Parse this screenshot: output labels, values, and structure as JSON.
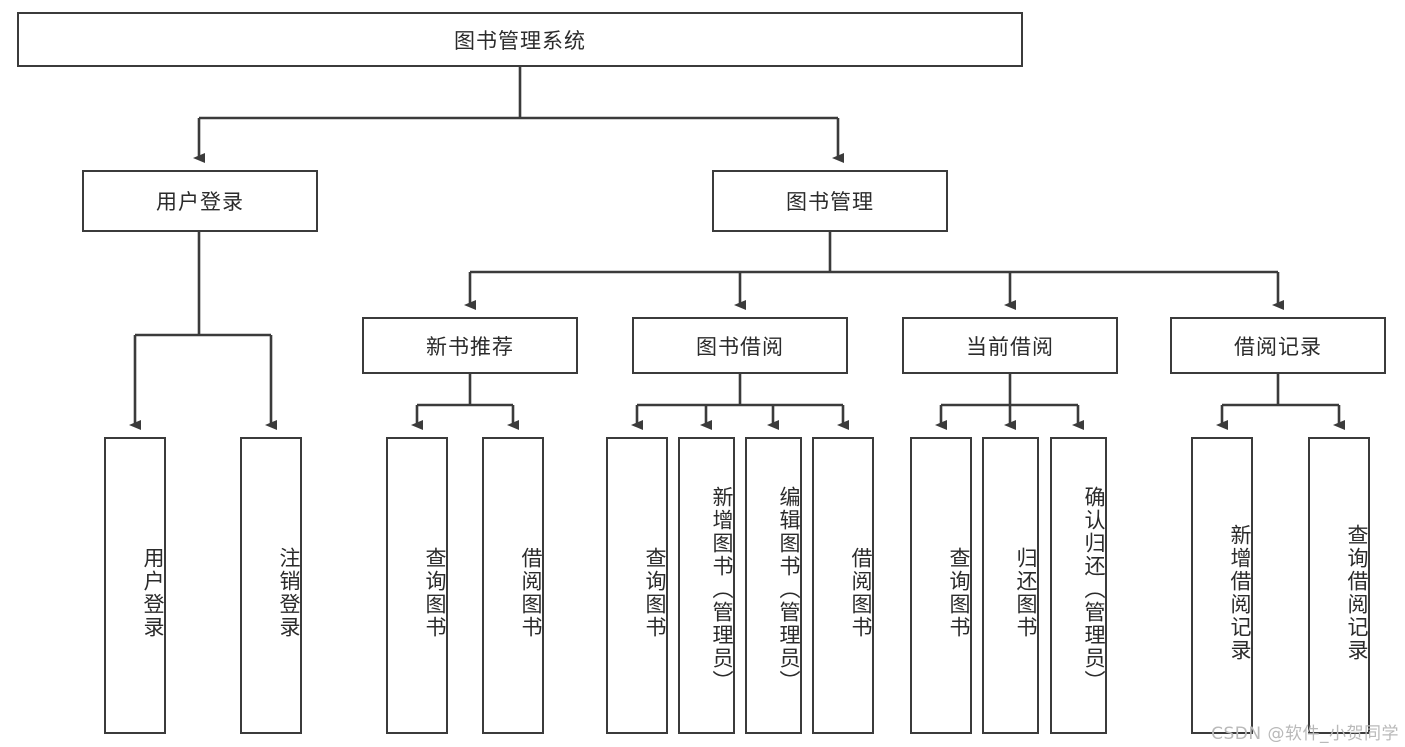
{
  "diagram": {
    "title_node": {
      "label": "图书管理系统"
    },
    "level2": [
      {
        "label": "用户登录"
      },
      {
        "label": "图书管理"
      }
    ],
    "level3": [
      {
        "label": "新书推荐"
      },
      {
        "label": "图书借阅"
      },
      {
        "label": "当前借阅"
      },
      {
        "label": "借阅记录"
      }
    ],
    "leaves": [
      {
        "label": "用户登录"
      },
      {
        "label": "注销登录"
      },
      {
        "label": "查询图书"
      },
      {
        "label": "借阅图书"
      },
      {
        "label": "查询图书"
      },
      {
        "label": "新增图书（管理员）"
      },
      {
        "label": "编辑图书（管理员）"
      },
      {
        "label": "借阅图书"
      },
      {
        "label": "查询图书"
      },
      {
        "label": "归还图书"
      },
      {
        "label": "确认归还（管理员）"
      },
      {
        "label": "新增借阅记录"
      },
      {
        "label": "查询借阅记录"
      }
    ],
    "watermark": "CSDN @软件_小贺同学",
    "colors": {
      "stroke": "#3b3b3b",
      "text": "#2b2b2b",
      "background": "#ffffff",
      "watermark": "#b9b9b9"
    }
  }
}
